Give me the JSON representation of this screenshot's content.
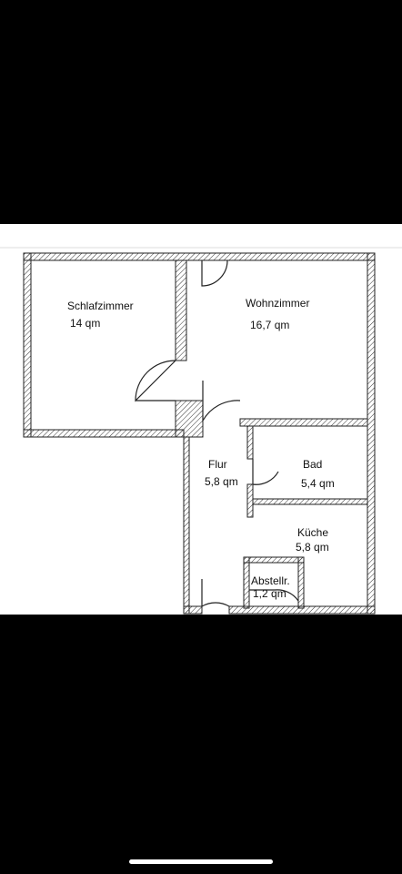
{
  "floorplan": {
    "rooms": [
      {
        "name": "Schlafzimmer",
        "area": "14 qm"
      },
      {
        "name": "Wohnzimmer",
        "area": "16,7 qm"
      },
      {
        "name": "Flur",
        "area": "5,8 qm"
      },
      {
        "name": "Bad",
        "area": "5,4 qm"
      },
      {
        "name": "Küche",
        "area": "5,8 qm"
      },
      {
        "name": "Abstellr.",
        "area": "1,2 qm"
      }
    ]
  },
  "colors": {
    "wall_line": "#222222",
    "background": "#ffffff",
    "screen": "#000000"
  }
}
